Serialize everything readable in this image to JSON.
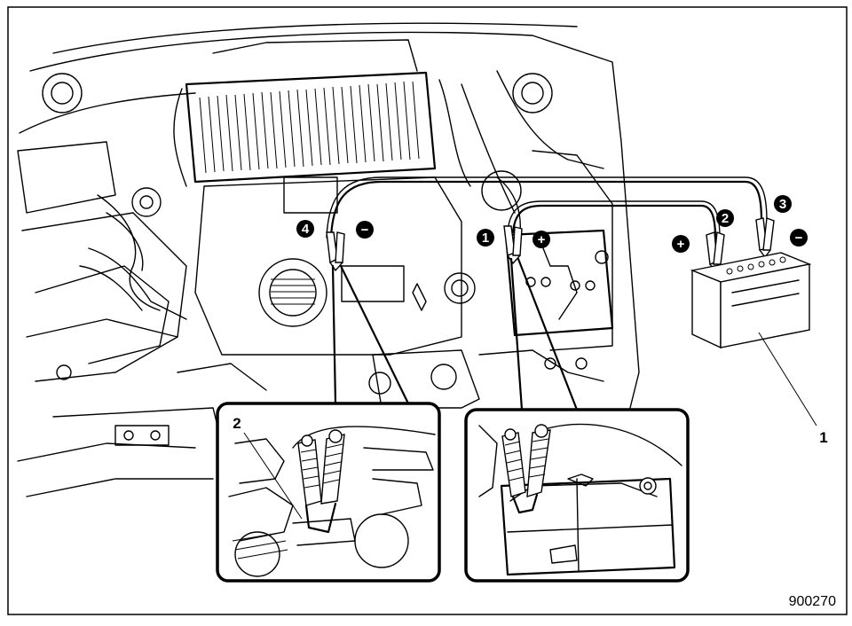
{
  "figure_number": "900270",
  "callouts": {
    "battery": "1",
    "clip": "2"
  },
  "steps": [
    "1",
    "2",
    "3",
    "4"
  ],
  "polarity": {
    "plus": "+",
    "minus": "−"
  },
  "colors": {
    "ink": "#000000",
    "paper": "#ffffff"
  }
}
